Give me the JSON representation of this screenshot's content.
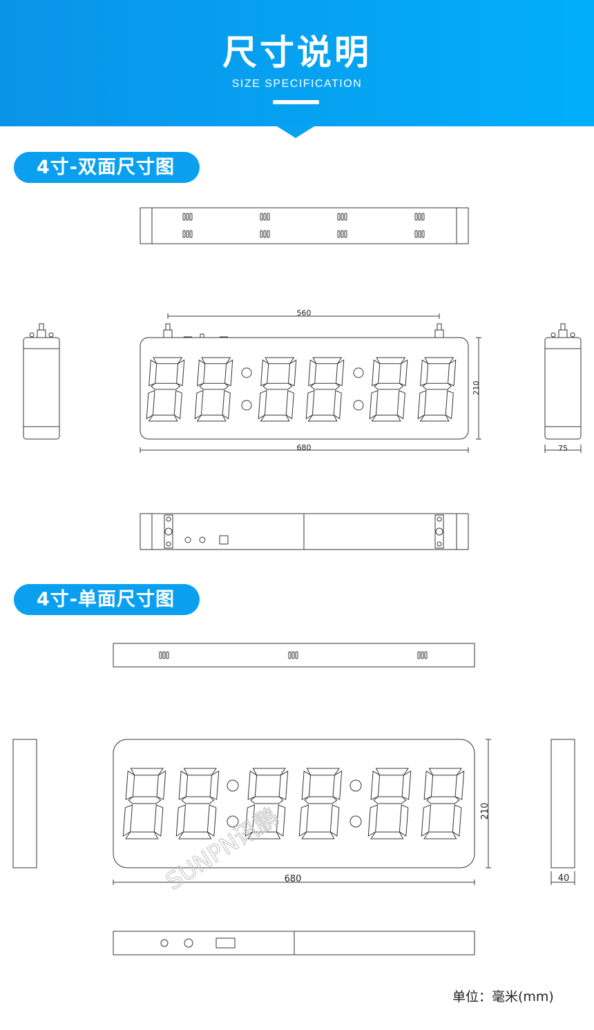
{
  "header": {
    "title": "尺寸说明",
    "subtitle": "SIZE SPECIFICATION",
    "background_color": "#0a94e8",
    "accent_color": "#02aefa"
  },
  "sections": [
    {
      "label": "4寸-双面尺寸图",
      "dimensions": {
        "hanger_spacing": "560",
        "width": "680",
        "height": "210",
        "depth": "75"
      }
    },
    {
      "label": "4寸-单面尺寸图",
      "dimensions": {
        "width": "680",
        "height": "210",
        "depth": "40"
      }
    }
  ],
  "watermark": "SUNPN讯鹏",
  "unit_note": "单位：毫米(mm)"
}
